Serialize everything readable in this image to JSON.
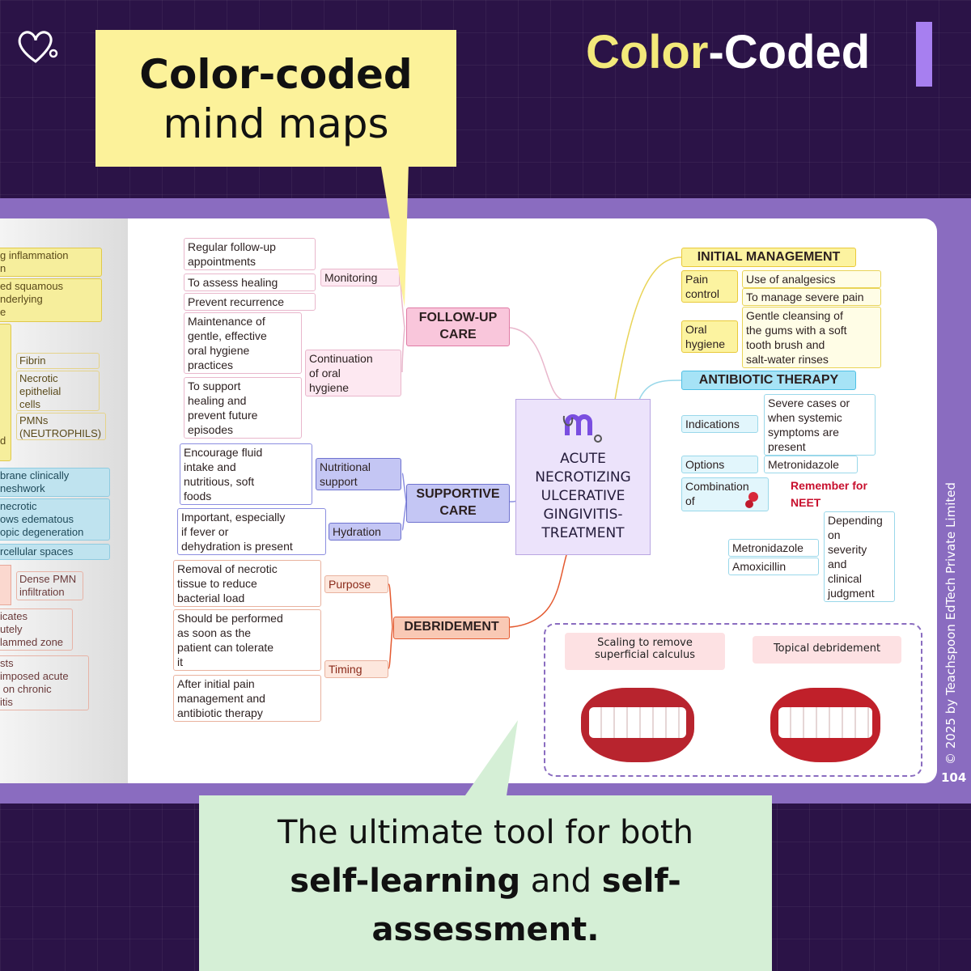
{
  "headline": {
    "part1": "Color",
    "part2": "-Coded"
  },
  "callout": {
    "line1": "Color-coded",
    "line2": "mind maps"
  },
  "footer": {
    "t1": "The ultimate tool for both",
    "b1": "self-learning",
    "t2": " and ",
    "b2": "self-",
    "b3": "assessment",
    "t3": "."
  },
  "copyright": "© 2025 by Teachspoon EdTech Private Limited",
  "page_number": "104",
  "colors": {
    "background": "#2b1347",
    "band": "#8a6cc0",
    "callout": "#fcf29a",
    "footer": "#d5efd6",
    "headline_yellow": "#f3e97a",
    "accent_bar": "#a77ff0"
  },
  "icons": [
    "heart-logo-icon",
    "stethoscope-logo-icon",
    "pushpin-icon"
  ],
  "left_page": [
    "g inflammation\nn",
    "ed squamous\nnderlying\ne",
    "d",
    "Fibrin",
    "Necrotic\nepithelial\ncells",
    "PMNs\n(NEUTROPHILS)",
    "brane clinically\nneshwork",
    "necrotic\nows edematous\nopic degeneration",
    "rcellular spaces",
    "Dense PMN\ninfiltration",
    "icates\nutely\nlammed zone",
    "sts\nimposed acute\n on chronic\nitis"
  ],
  "center": "ACUTE\nNECROTIZING\nULCERATIVE\nGINGIVITIS-\nTREATMENT",
  "followup": {
    "title": "FOLLOW-UP\nCARE",
    "monitoring": "Monitoring",
    "m1": "Regular follow-up\nappointments",
    "m2": "To assess healing",
    "m3": "Prevent recurrence",
    "continuation": "Continuation\nof oral\nhygiene",
    "c1": "Maintenance of\ngentle, effective\noral hygiene\npractices",
    "c2": "To support\nhealing and\nprevent future\nepisodes"
  },
  "supportive": {
    "title": "SUPPORTIVE\nCARE",
    "nutrition": "Nutritional\nsupport",
    "n1": "Encourage fluid\nintake and\nnutritious, soft\nfoods",
    "hydration": "Hydration",
    "h1": "Important, especially\nif fever or\ndehydration is present"
  },
  "debridement": {
    "title": "DEBRIDEMENT",
    "purpose": "Purpose",
    "p1": "Removal of necrotic\ntissue to reduce\nbacterial load",
    "timing": "Timing",
    "t1": "Should be performed\nas soon as the\npatient can tolerate\nit",
    "t2": "After initial pain\nmanagement and\nantibiotic therapy",
    "img1": "Scaling to remove\nsuperficial calculus",
    "img2": "Topical debridement"
  },
  "initial": {
    "title": "INITIAL MANAGEMENT",
    "pain": "Pain\ncontrol",
    "pa1": "Use of analgesics",
    "pa2": "To manage severe pain",
    "oral": "Oral\nhygiene",
    "or1": "Gentle cleansing of\nthe gums with a soft\ntooth brush and\nsalt-water rinses"
  },
  "antibiotic": {
    "title": "ANTIBIOTIC THERAPY",
    "indications": "Indications",
    "i1": "Severe cases or\nwhen systemic\nsymptoms are\npresent",
    "options": "Options",
    "o1": "Metronidazole",
    "combination": "Combination\nof",
    "remember": "Remember for\nNEET",
    "c1": "Metronidazole",
    "c2": "Amoxicillin",
    "c3": "Depending\non\nseverity\nand\nclinical\njudgment"
  }
}
